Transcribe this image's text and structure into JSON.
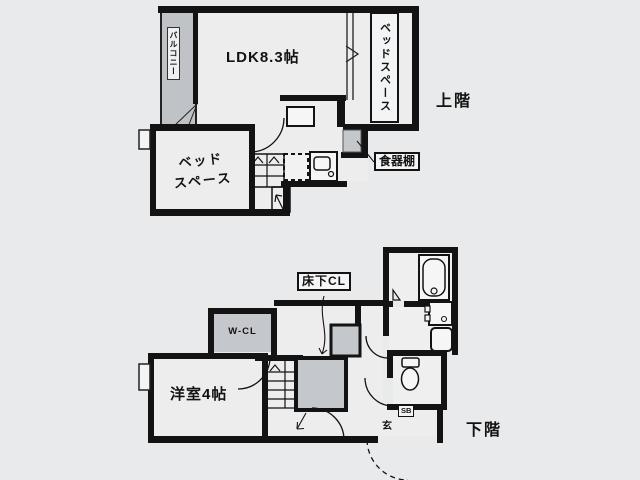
{
  "colors": {
    "background": "#e9eaeb",
    "wall": "#131313",
    "shaded_fill": "#c4c7cb",
    "balcony_fill": "#bfc3c8",
    "fixture_fill": "#f6f6f6"
  },
  "upper_floor": {
    "section_label": "上階",
    "ldk_label": "LDK8.3帖",
    "balcony_label": "バルコニー",
    "bed_space_vertical_label": "ベッドスペース",
    "bed_space_left_label_line1": "ベッド",
    "bed_space_left_label_line2": "スペース",
    "cupboard_label": "食器棚"
  },
  "lower_floor": {
    "section_label": "下階",
    "western_room_label": "洋室4帖",
    "walk_in_closet_label": "W-CL",
    "underfloor_closet_label": "床下CL",
    "entrance_label": "玄",
    "shoe_box_label": "SB"
  }
}
